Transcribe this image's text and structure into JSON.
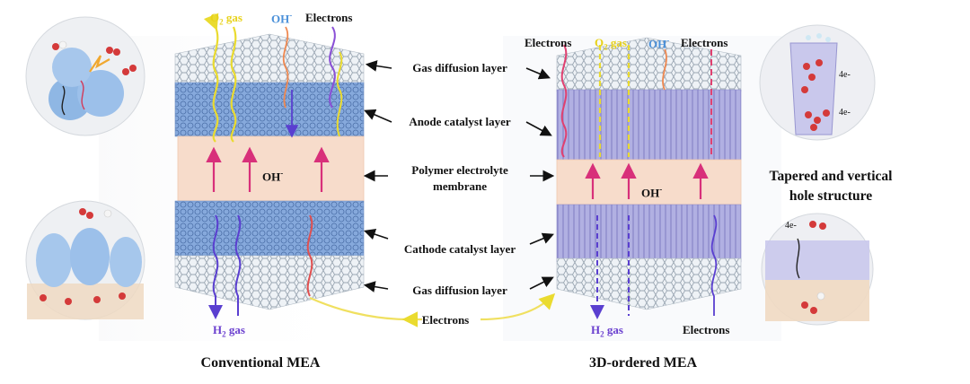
{
  "center_labels": {
    "gas_diffusion_top": "Gas diffusion layer",
    "anode": "Anode catalyst layer",
    "membrane_line1": "Polymer electrolyte",
    "membrane_line2": "membrane",
    "cathode": "Cathode catalyst layer",
    "gas_diffusion_bottom": "Gas diffusion layer",
    "electrons_bottom": "Electrons"
  },
  "conventional": {
    "title": "Conventional MEA",
    "o2_prefix": "O",
    "o2_sub": "2",
    "o2_suffix": " gas",
    "oh_base": "OH",
    "oh_sup": "-",
    "electrons": "Electrons",
    "oh_membrane_base": "OH",
    "oh_membrane_sup": "-",
    "h2_prefix": "H",
    "h2_sub": "2",
    "h2_suffix": " gas"
  },
  "ordered": {
    "title": "3D-ordered MEA",
    "electrons_left": "Electrons",
    "o2_prefix": "O",
    "o2_sub": "2",
    "o2_suffix": " gas",
    "oh_base": "OH",
    "oh_sup": "-",
    "electrons_right": "Electrons",
    "oh_membrane_base": "OH",
    "oh_membrane_sup": "-",
    "h2_prefix": "H",
    "h2_sub": "2",
    "h2_suffix": " gas",
    "electrons_bottom": "Electrons"
  },
  "right_panel": {
    "title_line1": "Tapered and vertical",
    "title_line2": "hole structure",
    "charge_top_1": "4e-",
    "charge_top_2": "4e-",
    "charge_bottom": "4e-"
  },
  "colors": {
    "mesh_white": "#e9eef4",
    "catalyst_blue": "#7fa3d8",
    "ordered_lavender": "#a7a6de",
    "membrane_peach": "#f6d9c6",
    "oh_pink": "#d8307a",
    "o2_yellow": "#eadb2f",
    "h2_purple": "#6a3fcf",
    "electron_red": "#e05050",
    "electron_arrow": "#f0e060"
  }
}
